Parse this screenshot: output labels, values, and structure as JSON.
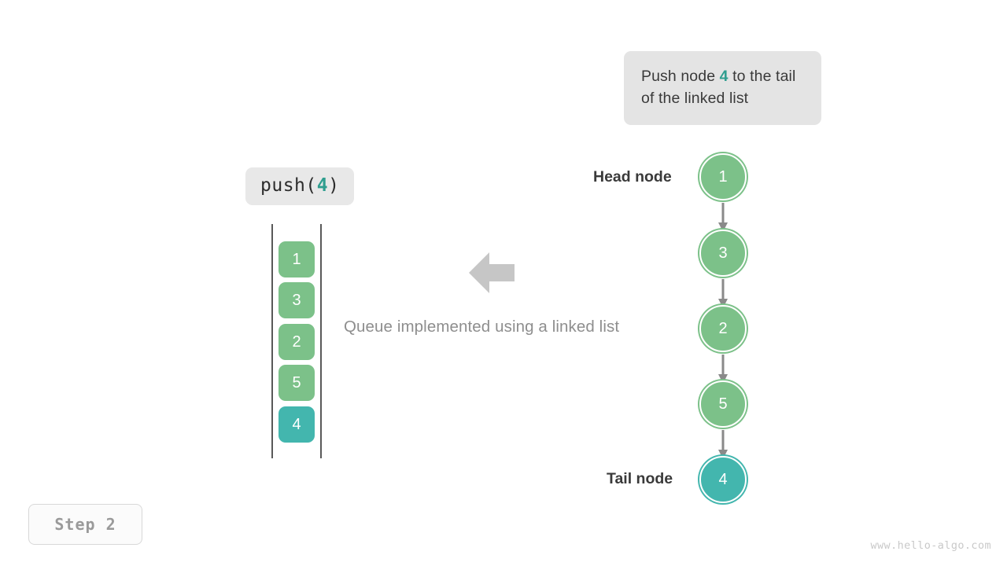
{
  "caption": {
    "prefix": "Push node ",
    "highlight": "4",
    "suffix": " to the tail of the linked list"
  },
  "operation": {
    "prefix": "push(",
    "highlight": "4",
    "suffix": ")"
  },
  "queue_array": {
    "cells": [
      {
        "value": "1",
        "color": "green"
      },
      {
        "value": "3",
        "color": "green"
      },
      {
        "value": "2",
        "color": "green"
      },
      {
        "value": "5",
        "color": "green"
      },
      {
        "value": "4",
        "color": "teal"
      }
    ]
  },
  "middle": {
    "caption": "Queue implemented using a linked list",
    "arrow_icon": "arrow-left-icon"
  },
  "linked_list": {
    "nodes": [
      {
        "value": "1",
        "color": "green"
      },
      {
        "value": "3",
        "color": "green"
      },
      {
        "value": "2",
        "color": "green"
      },
      {
        "value": "5",
        "color": "green"
      },
      {
        "value": "4",
        "color": "teal"
      }
    ],
    "head_label": "Head node",
    "tail_label": "Tail node"
  },
  "step_badge": "Step 2",
  "watermark": "www.hello-algo.com",
  "colors": {
    "green": "#7cc189",
    "teal": "#43b6ae",
    "highlight_text": "#2f9e8f",
    "arrow_gray": "#8a8a8a",
    "box_bg": "#e4e4e4",
    "rail": "#595959"
  }
}
